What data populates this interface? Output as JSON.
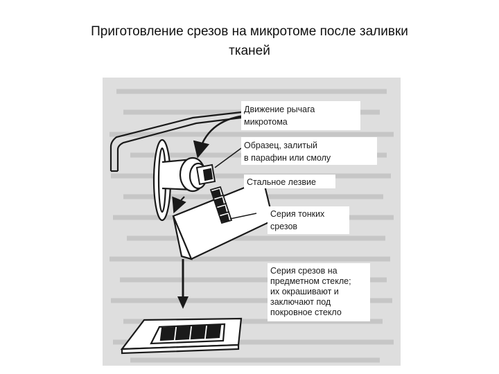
{
  "slide": {
    "title_line1": "Приготовление срезов на микротоме после заливки",
    "title_line2": "тканей"
  },
  "labels": {
    "lever_line1": "Движение  рычага",
    "lever_line2": "микротома",
    "sample_line1": "Образец,  залитый",
    "sample_line2": "в  парафин  или  смолу",
    "blade": "Стальное  лезвие",
    "series_line1": "Серия   тонких",
    "series_line2": "срезов",
    "slide_line1": "Серия срезов на",
    "slide_line2": "предметном стекле;",
    "slide_line3": "их окрашивают и",
    "slide_line4": "заключают под",
    "slide_line5": "покровное стекло"
  },
  "colors": {
    "ink": "#1a1a1a",
    "scan_background": "#dedede",
    "label_box": "#ffffff"
  }
}
